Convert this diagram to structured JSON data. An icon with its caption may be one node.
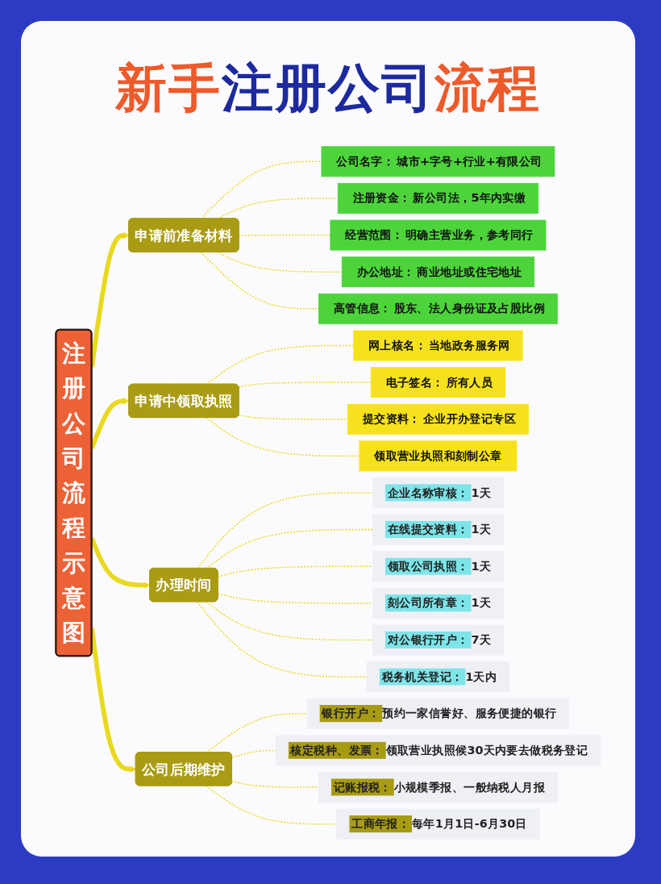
{
  "diagram": {
    "title": "新手注册公司流程",
    "nodes": [
      {
        "text": [
          "注册公司流程示意图"
        ]
      },
      {
        "text": [
          "申请前准备材料"
        ]
      },
      {
        "text": [
          "公司名字：",
          "城市+字号+行业+有限公司"
        ]
      },
      {
        "text": [
          "注册资金：",
          "新公司法，5年内实缴"
        ]
      },
      {
        "text": [
          "经营范围：",
          "明确主营业务，参考同行"
        ]
      },
      {
        "text": [
          "办公地址：",
          "商业地址或住宅地址"
        ]
      },
      {
        "text": [
          "高管信息：",
          "股东、法人身份证及占股比例"
        ]
      },
      {
        "text": [
          "申请中领取执照"
        ]
      },
      {
        "text": [
          "网上核名：",
          "当地政务服务网"
        ]
      },
      {
        "text": [
          "电子签名：",
          "所有人员"
        ]
      },
      {
        "text": [
          "提交资料：",
          "企业开办登记专区"
        ]
      },
      {
        "text": [
          "领取营业执照和刻制公章"
        ]
      },
      {
        "text": [
          "办理时间"
        ]
      },
      {
        "text": [
          "企业名称审核：",
          "1天"
        ]
      },
      {
        "text": [
          "在线提交资料：",
          "1天"
        ]
      },
      {
        "text": [
          "领取公司执照：",
          "1天"
        ]
      },
      {
        "text": [
          "刻公司所有章：",
          "1天"
        ]
      },
      {
        "text": [
          "对公银行开户：",
          "7天"
        ]
      },
      {
        "text": [
          "税务机关登记：",
          "1天内"
        ]
      },
      {
        "text": [
          "公司后期维护"
        ]
      },
      {
        "text": [
          "银行开户：",
          "预约一家信誉好、服务便捷的银行"
        ]
      },
      {
        "text": [
          "核定税种、发票：",
          "领取营业执照候30天内要去做税务登记"
        ]
      },
      {
        "text": [
          "记账报税：",
          "小规模季报、一般纳税人月报"
        ]
      },
      {
        "text": [
          "工商年报：",
          "每年1月1日-6月30日"
        ]
      }
    ],
    "edges": [
      {
        "from": 0,
        "to": 1,
        "arrow": "to",
        "style": "thick"
      },
      {
        "from": 1,
        "to": 2,
        "arrow": "none",
        "style": "dashed"
      },
      {
        "from": 1,
        "to": 3,
        "arrow": "none",
        "style": "dashed"
      },
      {
        "from": 1,
        "to": 4,
        "arrow": "none",
        "style": "dashed"
      },
      {
        "from": 1,
        "to": 5,
        "arrow": "none",
        "style": "dashed"
      },
      {
        "from": 1,
        "to": 6,
        "arrow": "none",
        "style": "dashed"
      },
      {
        "from": 0,
        "to": 7,
        "arrow": "to",
        "style": "thick"
      },
      {
        "from": 7,
        "to": 8,
        "arrow": "none",
        "style": "dashed"
      },
      {
        "from": 7,
        "to": 9,
        "arrow": "none",
        "style": "dashed"
      },
      {
        "from": 7,
        "to": 10,
        "arrow": "none",
        "style": "dashed"
      },
      {
        "from": 7,
        "to": 11,
        "arrow": "none",
        "style": "dashed"
      },
      {
        "from": 0,
        "to": 12,
        "arrow": "to",
        "style": "thick"
      },
      {
        "from": 12,
        "to": 13,
        "arrow": "none",
        "style": "dashed"
      },
      {
        "from": 12,
        "to": 14,
        "arrow": "none",
        "style": "dashed"
      },
      {
        "from": 12,
        "to": 15,
        "arrow": "none",
        "style": "dashed"
      },
      {
        "from": 12,
        "to": 16,
        "arrow": "none",
        "style": "dashed"
      },
      {
        "from": 12,
        "to": 17,
        "arrow": "none",
        "style": "dashed"
      },
      {
        "from": 12,
        "to": 18,
        "arrow": "none",
        "style": "dashed"
      },
      {
        "from": 0,
        "to": 19,
        "arrow": "to",
        "style": "thick"
      },
      {
        "from": 19,
        "to": 20,
        "arrow": "none",
        "style": "dashed"
      },
      {
        "from": 19,
        "to": 21,
        "arrow": "none",
        "style": "dashed"
      },
      {
        "from": 19,
        "to": 22,
        "arrow": "none",
        "style": "dashed"
      },
      {
        "from": 19,
        "to": 23,
        "arrow": "none",
        "style": "dashed"
      }
    ]
  }
}
